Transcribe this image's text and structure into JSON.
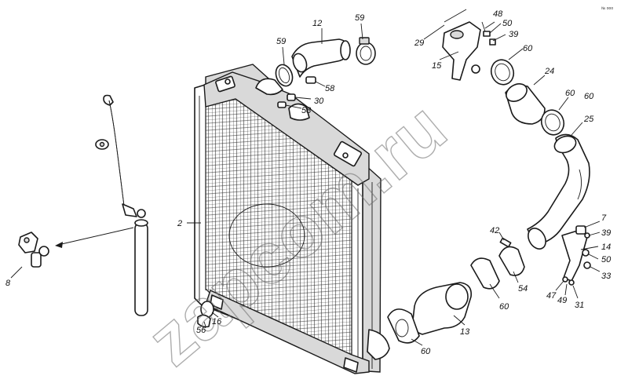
{
  "corner_mark": "№ ооо",
  "watermark": "zapcom.ru",
  "callouts": [
    "2",
    "7",
    "8",
    "12",
    "13",
    "14",
    "15",
    "16",
    "24",
    "25",
    "29",
    "30",
    "31",
    "33",
    "39",
    "39",
    "42",
    "47",
    "48",
    "49",
    "50",
    "50",
    "54",
    "56",
    "58",
    "58",
    "59",
    "59",
    "60",
    "60",
    "60",
    "60",
    "60"
  ],
  "colors": {
    "line": "#1a1a1a",
    "fill": "#ffffff",
    "shade": "#d9d9d9",
    "watermark": "#6b6b6b"
  }
}
